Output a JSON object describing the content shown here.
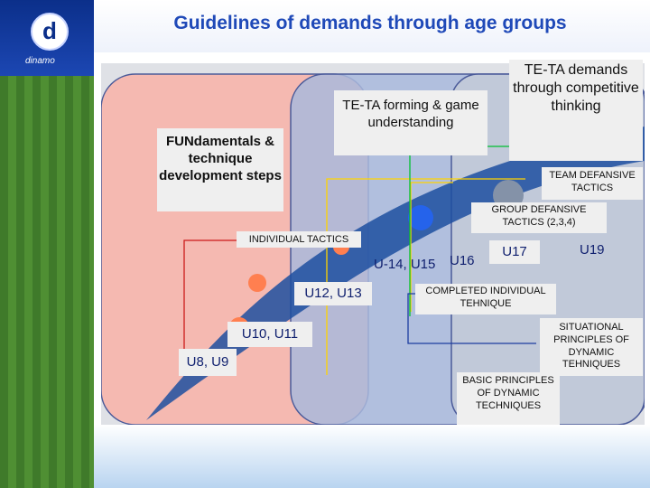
{
  "title": "Guidelines of demands through age groups",
  "logo": {
    "letter": "d",
    "text": "dinamo"
  },
  "phases": {
    "fundamentals": "FUNdamentals & technique development steps",
    "forming": "TE-TA forming & game understanding",
    "demands": "TE-TA demands through competitive thinking"
  },
  "ages": {
    "u8_u9": "U8, U9",
    "u10_u11": "U10, U11",
    "u12_u13": "U12, U13",
    "u14_u15": "U-14, U15",
    "u16": "U16",
    "u17": "U17",
    "u19": "U19"
  },
  "tactics": {
    "individual": "INDIVIDUAL TACTICS",
    "group": "GROUP DEFANSIVE TACTICS (2,3,4)",
    "team": "TEAM DEFANSIVE TACTICS",
    "completed": "COMPLETED INDIVIDUAL TEHNIQUE",
    "situational": "SITUATIONAL PRINCIPLES OF DYNAMIC TEHNIQUES",
    "basic": "BASIC PRINCIPLES OF DYNAMIC TECHNIQUES"
  },
  "colors": {
    "fundamentals_zone": "#f5b9b1",
    "forming_zone": "#a9b8dc",
    "demands_zone": "#c3cad8",
    "arrow_band": "#1d4fa0",
    "text_blue": "#1f49b8"
  }
}
